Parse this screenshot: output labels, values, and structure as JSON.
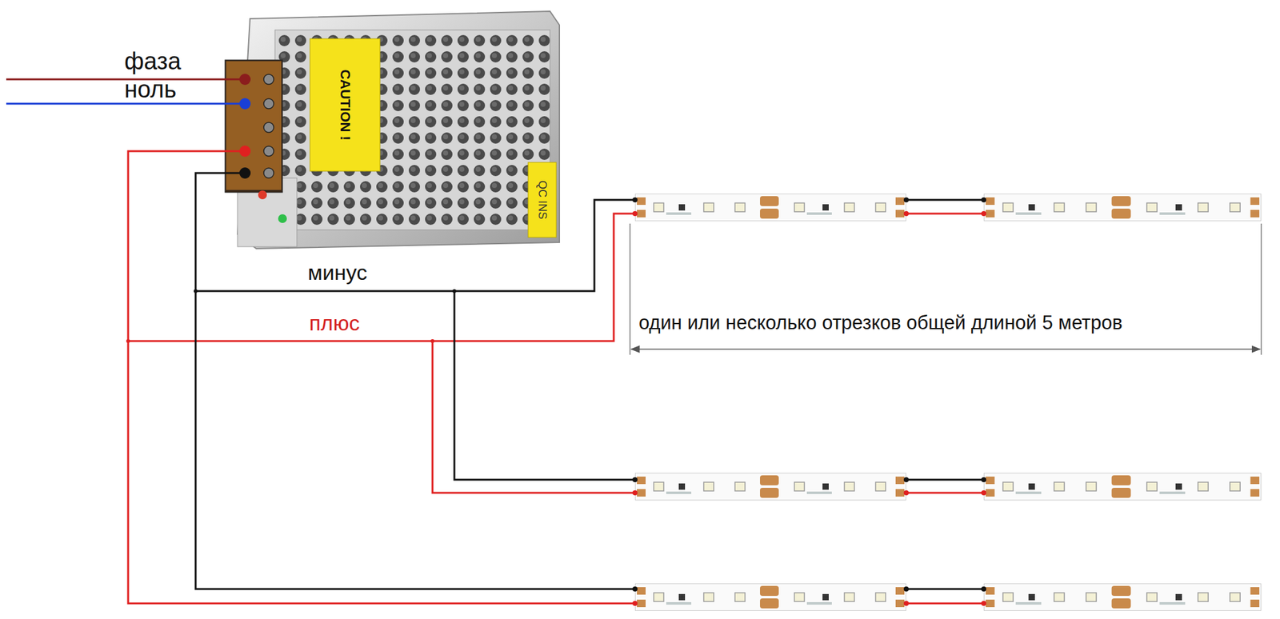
{
  "diagram": {
    "labels": [
      "фаза",
      "ноль",
      "CAUTION !",
      "QC INS",
      "минус",
      "плюс",
      "один или несколько отрезков общей длиной 5 метров"
    ]
  }
}
